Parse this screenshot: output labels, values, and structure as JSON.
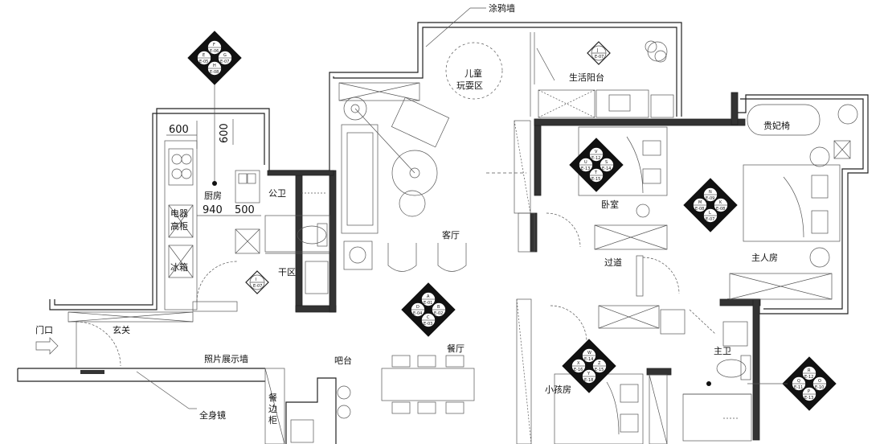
{
  "rooms": {
    "graffiti_wall": "涂鸦墙",
    "kids_play_area_1": "儿童",
    "kids_play_area_2": "玩耍区",
    "service_balcony": "生活阳台",
    "kitchen": "厨房",
    "kitchen_dim": "940",
    "dim_600_h": "600",
    "dim_600_v": "600",
    "dim_500": "500",
    "public_bath": "公卫",
    "heater_1": "电器",
    "heater_2": "高柜",
    "fridge": "冰箱",
    "dry_area": "干区",
    "living_room": "客厅",
    "bedroom": "卧室",
    "corridor": "过道",
    "master_bedroom": "主人房",
    "chaise": "贵妃椅",
    "entrance": "门口",
    "foyer": "玄关",
    "photo_wall": "照片展示墙",
    "bar": "吧台",
    "dining": "餐厅",
    "kids_room": "小孩房",
    "master_bath": "主卫",
    "mirror": "全身镜",
    "dining_cabinet": [
      "餐",
      "边",
      "柜"
    ]
  },
  "markers": {
    "m1": {
      "letters": [
        "F",
        "E",
        "G",
        "H"
      ],
      "codes": [
        "E-06",
        "E-05",
        "E-07",
        "E-08"
      ]
    },
    "m2": {
      "letters": [
        "A",
        "D",
        "B",
        "C"
      ],
      "codes": [
        "E-01",
        "E-04",
        "E-02",
        "E-03"
      ]
    },
    "m3": {
      "letters": [
        "V",
        "U",
        "S",
        "T"
      ],
      "codes": [
        "E-12",
        "E-13",
        "E-14",
        "E-15"
      ]
    },
    "m4": {
      "letters": [
        "N",
        "M",
        "K",
        "L"
      ],
      "codes": [
        "E-09",
        "E-08",
        "E-08",
        "E-07"
      ]
    },
    "m5": {
      "letters": [
        "W",
        "X",
        "Z",
        "Y"
      ],
      "codes": [
        "E-14",
        "E-16",
        "E-15",
        "E-18"
      ]
    },
    "m6": {
      "letters": [
        "R",
        "Q",
        "O",
        "P"
      ],
      "codes": [
        "E-12",
        "E-11",
        "E-10",
        "E-13"
      ]
    },
    "s1": {
      "letter": "I",
      "code": "E-07"
    },
    "s2": {
      "letter": "J",
      "code": "E-07"
    }
  }
}
